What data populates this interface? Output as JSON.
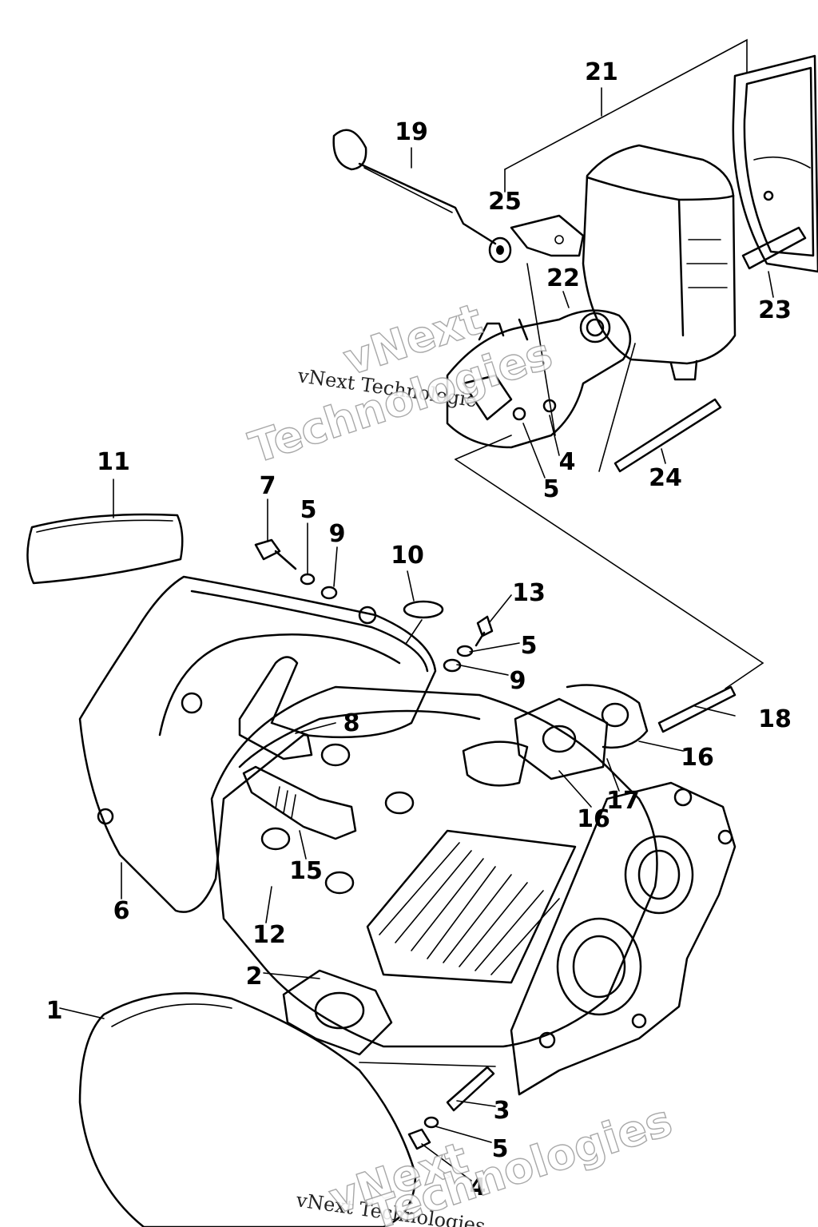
{
  "callouts": {
    "c1": "1",
    "c2": "2",
    "c3": "3",
    "c4a": "4",
    "c4b": "4",
    "c5a": "5",
    "c5b": "5",
    "c5c": "5",
    "c5d": "5",
    "c6": "6",
    "c7": "7",
    "c8": "8",
    "c9a": "9",
    "c9b": "9",
    "c10": "10",
    "c11": "11",
    "c12": "12",
    "c13": "13",
    "c15": "15",
    "c16a": "16",
    "c16b": "16",
    "c17": "17",
    "c18": "18",
    "c19": "19",
    "c21": "21",
    "c22": "22",
    "c23": "23",
    "c24": "24",
    "c25": "25"
  },
  "watermarks": {
    "small_1": "vNext Technologie",
    "small_2": "vNext Technologies",
    "big_top_line1": "vNext",
    "big_top_line2": "Technologies",
    "big_bottom_line1": "vNext",
    "big_bottom_line2": "Technologies"
  }
}
